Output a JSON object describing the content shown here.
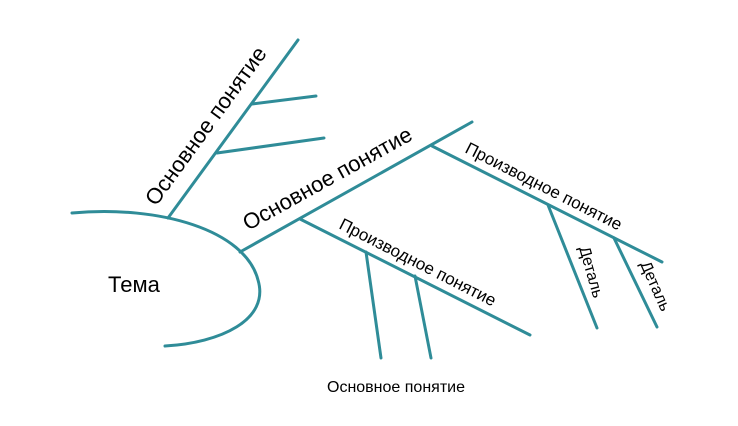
{
  "diagram": {
    "line_color": "#2f8c98",
    "topic": "Тема",
    "branches": {
      "top_main": "Основное понятие",
      "middle_main": "Основное понятие",
      "bottom_main": "Основное понятие",
      "derived_1": "Производное понятие",
      "derived_2": "Производное понятие",
      "detail_1": "Деталь",
      "detail_2": "Деталь"
    }
  }
}
